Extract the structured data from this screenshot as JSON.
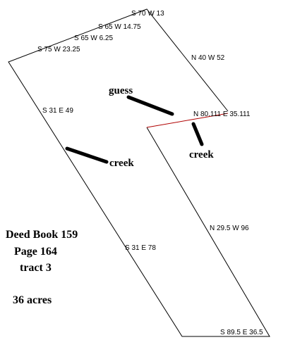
{
  "boundary_calls": {
    "s70w13": "S 70 W 13",
    "s65w1475": "S 65 W 14.75",
    "s65w625": "S 65 W 6.25",
    "s75w2325": "S 75 W 23.25",
    "n40w52": "N 40 W 52",
    "s31e49": "S 31 E 49",
    "n80e35": "N 80.111 E 35.111",
    "n295w96": "N 29.5 W 96",
    "s31e78": "S 31 E 78",
    "s895e365": "S 89.5 E 36.5"
  },
  "annotations": {
    "guess": "guess",
    "creek_left": "creek",
    "creek_right": "creek"
  },
  "deed_info": {
    "book": "Deed Book 159",
    "page": "Page 164",
    "tract": "tract 3",
    "acreage": "36 acres"
  },
  "colors": {
    "outline": "#000000",
    "creek_line": "#b00000"
  }
}
